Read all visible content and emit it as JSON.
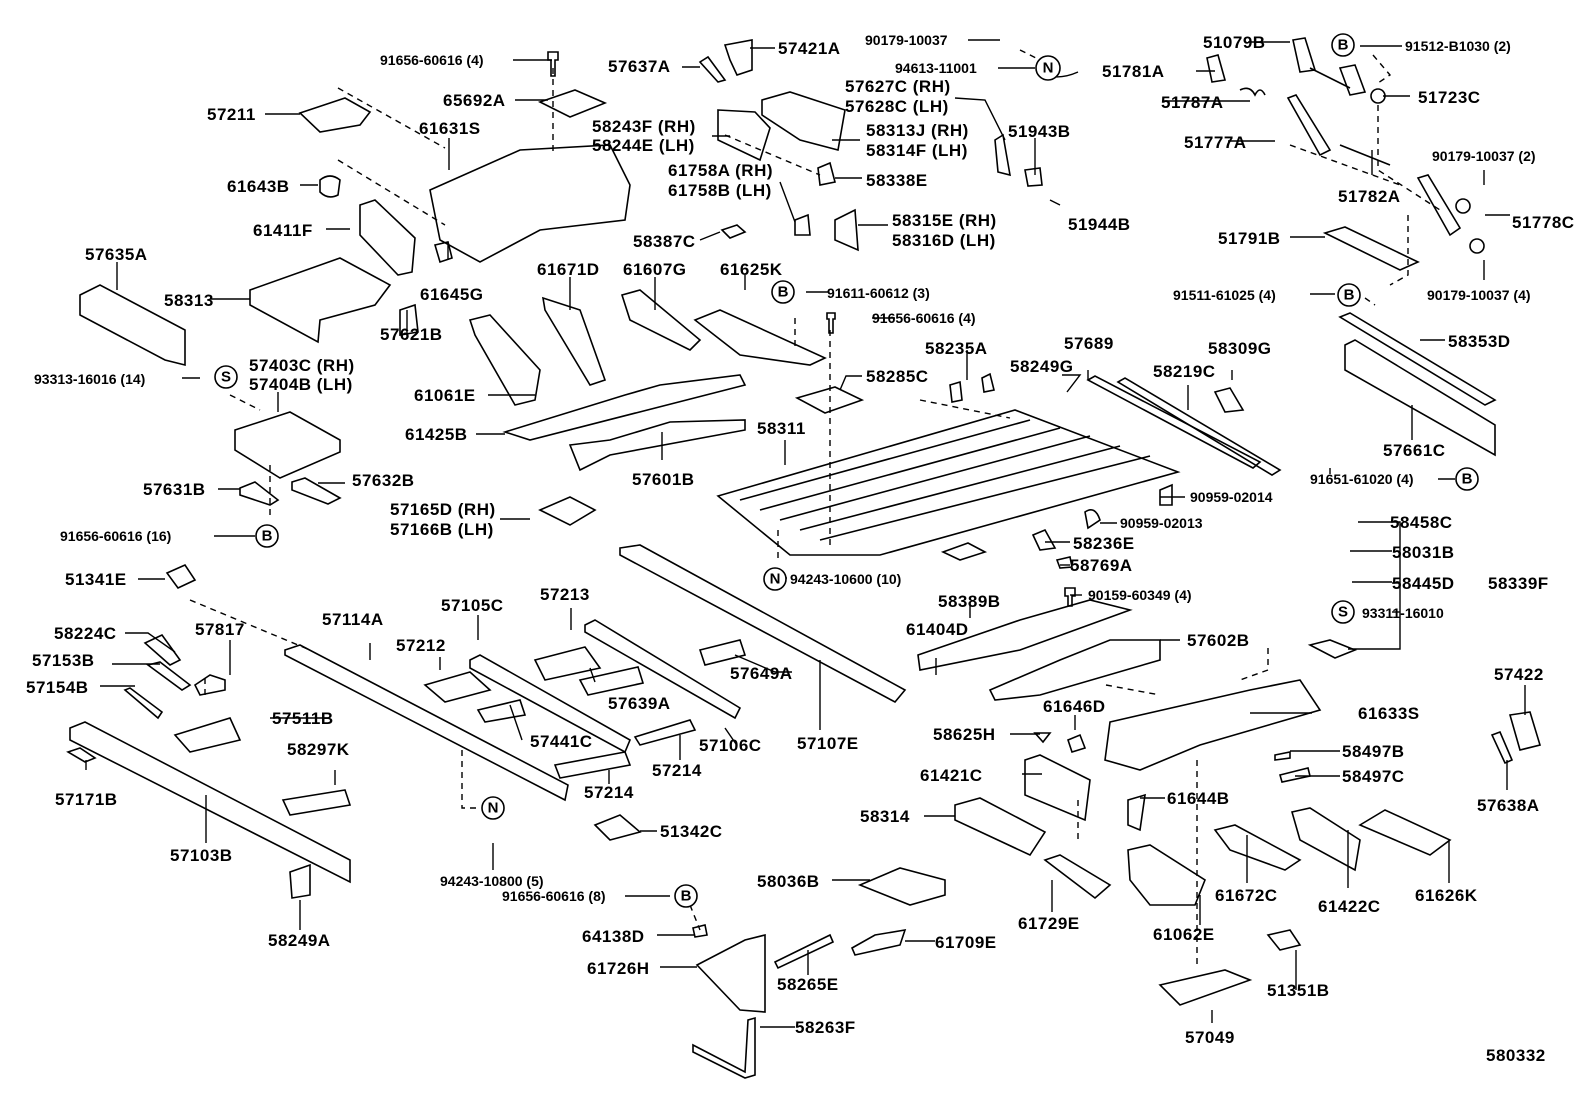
{
  "diagram": {
    "title": "Floor Pan & Lower Back Panel parts diagram",
    "diagram_id": "580332",
    "symbols": {
      "B": "B",
      "N": "N",
      "S": "S"
    },
    "labels": [
      {
        "id": "l1",
        "text": "91656-60616 (4)"
      },
      {
        "id": "l2",
        "text": "57637A"
      },
      {
        "id": "l3",
        "text": "57421A"
      },
      {
        "id": "l4",
        "text": "90179-10037"
      },
      {
        "id": "l5",
        "text": "94613-11001"
      },
      {
        "id": "l6",
        "text": "51781A"
      },
      {
        "id": "l7",
        "text": "51079B"
      },
      {
        "id": "l8",
        "text": "91512-B1030 (2)"
      },
      {
        "id": "l9",
        "text": "57211"
      },
      {
        "id": "l10",
        "text": "65692A"
      },
      {
        "id": "l11",
        "text": "57627C (RH)"
      },
      {
        "id": "l12",
        "text": "57628C (LH)"
      },
      {
        "id": "l13",
        "text": "51787A"
      },
      {
        "id": "l14",
        "text": "51723C"
      },
      {
        "id": "l15",
        "text": "61631S"
      },
      {
        "id": "l16",
        "text": "58243F (RH)"
      },
      {
        "id": "l17",
        "text": "58244E (LH)"
      },
      {
        "id": "l18",
        "text": "58313J (RH)"
      },
      {
        "id": "l19",
        "text": "58314F (LH)"
      },
      {
        "id": "l20",
        "text": "51943B"
      },
      {
        "id": "l21",
        "text": "51777A"
      },
      {
        "id": "l22",
        "text": "61643B"
      },
      {
        "id": "l23",
        "text": "61758A (RH)"
      },
      {
        "id": "l24",
        "text": "61758B (LH)"
      },
      {
        "id": "l25",
        "text": "58338E"
      },
      {
        "id": "l26",
        "text": "90179-10037 (2)"
      },
      {
        "id": "l27",
        "text": "51782A"
      },
      {
        "id": "l28",
        "text": "61411F"
      },
      {
        "id": "l29",
        "text": "58315E (RH)"
      },
      {
        "id": "l30",
        "text": "58316D (LH)"
      },
      {
        "id": "l31",
        "text": "51944B"
      },
      {
        "id": "l32",
        "text": "51778C"
      },
      {
        "id": "l33",
        "text": "57635A"
      },
      {
        "id": "l34",
        "text": "58387C"
      },
      {
        "id": "l35",
        "text": "51791B"
      },
      {
        "id": "l36",
        "text": "61671D"
      },
      {
        "id": "l37",
        "text": "61607G"
      },
      {
        "id": "l38",
        "text": "61625K"
      },
      {
        "id": "l39",
        "text": "61645G"
      },
      {
        "id": "l40",
        "text": "91611-60612 (3)"
      },
      {
        "id": "l41",
        "text": "91511-61025 (4)"
      },
      {
        "id": "l42",
        "text": "90179-10037 (4)"
      },
      {
        "id": "l43",
        "text": "58313"
      },
      {
        "id": "l44",
        "text": "91656-60616 (4)"
      },
      {
        "id": "l45",
        "text": "57621B"
      },
      {
        "id": "l46",
        "text": "58235A"
      },
      {
        "id": "l47",
        "text": "57689"
      },
      {
        "id": "l48",
        "text": "58249G"
      },
      {
        "id": "l49",
        "text": "58309G"
      },
      {
        "id": "l50",
        "text": "58353D"
      },
      {
        "id": "l51",
        "text": "93313-16016 (14)"
      },
      {
        "id": "l52",
        "text": "57403C (RH)"
      },
      {
        "id": "l53",
        "text": "57404B (LH)"
      },
      {
        "id": "l54",
        "text": "58285C"
      },
      {
        "id": "l55",
        "text": "58219C"
      },
      {
        "id": "l56",
        "text": "61061E"
      },
      {
        "id": "l57",
        "text": "58311"
      },
      {
        "id": "l58",
        "text": "61425B"
      },
      {
        "id": "l59",
        "text": "57661C"
      },
      {
        "id": "l60",
        "text": "57601B"
      },
      {
        "id": "l61",
        "text": "91651-61020 (4)"
      },
      {
        "id": "l62",
        "text": "57631B"
      },
      {
        "id": "l63",
        "text": "57632B"
      },
      {
        "id": "l64",
        "text": "90959-02014"
      },
      {
        "id": "l65",
        "text": "57165D (RH)"
      },
      {
        "id": "l66",
        "text": "57166B (LH)"
      },
      {
        "id": "l67",
        "text": "90959-02013"
      },
      {
        "id": "l68",
        "text": "58458C"
      },
      {
        "id": "l69",
        "text": "91656-60616 (16)"
      },
      {
        "id": "l70",
        "text": "58236E"
      },
      {
        "id": "l71",
        "text": "58031B"
      },
      {
        "id": "l72",
        "text": "58769A"
      },
      {
        "id": "l73",
        "text": "51341E"
      },
      {
        "id": "l74",
        "text": "94243-10600 (10)"
      },
      {
        "id": "l75",
        "text": "58445D"
      },
      {
        "id": "l76",
        "text": "58339F"
      },
      {
        "id": "l77",
        "text": "90159-60349 (4)"
      },
      {
        "id": "l78",
        "text": "57213"
      },
      {
        "id": "l79",
        "text": "57105C"
      },
      {
        "id": "l80",
        "text": "57114A"
      },
      {
        "id": "l81",
        "text": "58389B"
      },
      {
        "id": "l82",
        "text": "93311-16010"
      },
      {
        "id": "l83",
        "text": "58224C"
      },
      {
        "id": "l84",
        "text": "57817"
      },
      {
        "id": "l85",
        "text": "57212"
      },
      {
        "id": "l86",
        "text": "61404D"
      },
      {
        "id": "l87",
        "text": "57602B"
      },
      {
        "id": "l88",
        "text": "57153B"
      },
      {
        "id": "l89",
        "text": "57649A"
      },
      {
        "id": "l90",
        "text": "57154B"
      },
      {
        "id": "l91",
        "text": "57639A"
      },
      {
        "id": "l92",
        "text": "57422"
      },
      {
        "id": "l93",
        "text": "57511B"
      },
      {
        "id": "l94",
        "text": "61646D"
      },
      {
        "id": "l95",
        "text": "57107E"
      },
      {
        "id": "l96",
        "text": "61633S"
      },
      {
        "id": "l97",
        "text": "58625H"
      },
      {
        "id": "l98",
        "text": "57441C"
      },
      {
        "id": "l99",
        "text": "57106C"
      },
      {
        "id": "l100",
        "text": "58497B"
      },
      {
        "id": "l101",
        "text": "58297K"
      },
      {
        "id": "l102",
        "text": "57214"
      },
      {
        "id": "l103",
        "text": "61421C"
      },
      {
        "id": "l104",
        "text": "58497C"
      },
      {
        "id": "l105",
        "text": "57171B"
      },
      {
        "id": "l106",
        "text": "57214"
      },
      {
        "id": "l107",
        "text": "57638A"
      },
      {
        "id": "l108",
        "text": "61644B"
      },
      {
        "id": "l109",
        "text": "58314"
      },
      {
        "id": "l110",
        "text": "57103B"
      },
      {
        "id": "l111",
        "text": "51342C"
      },
      {
        "id": "l112",
        "text": "61672C"
      },
      {
        "id": "l113",
        "text": "94243-10800 (5)"
      },
      {
        "id": "l114",
        "text": "61422C"
      },
      {
        "id": "l115",
        "text": "61626K"
      },
      {
        "id": "l116",
        "text": "91656-60616 (8)"
      },
      {
        "id": "l117",
        "text": "58036B"
      },
      {
        "id": "l118",
        "text": "61729E"
      },
      {
        "id": "l119",
        "text": "58249A"
      },
      {
        "id": "l120",
        "text": "64138D"
      },
      {
        "id": "l121",
        "text": "61709E"
      },
      {
        "id": "l122",
        "text": "61062E"
      },
      {
        "id": "l123",
        "text": "61726H"
      },
      {
        "id": "l124",
        "text": "58265E"
      },
      {
        "id": "l125",
        "text": "51351B"
      },
      {
        "id": "l126",
        "text": "58263F"
      },
      {
        "id": "l127",
        "text": "57049"
      }
    ]
  }
}
